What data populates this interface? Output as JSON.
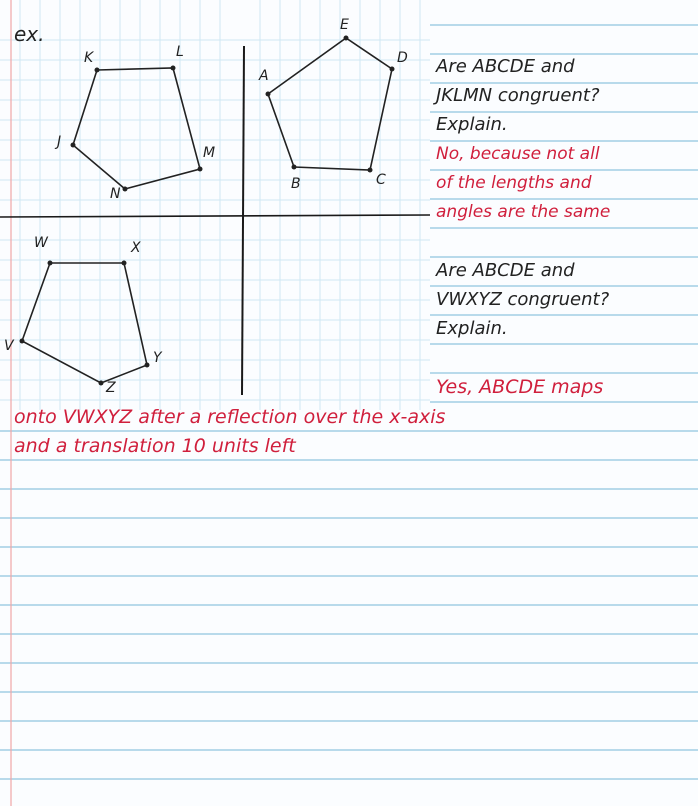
{
  "heading": "ex.",
  "polygon_labels": {
    "J": "J",
    "K": "K",
    "L": "L",
    "M": "M",
    "N": "N",
    "A": "A",
    "B": "B",
    "C": "C",
    "D": "D",
    "E": "E",
    "V": "V",
    "W": "W",
    "X": "X",
    "Y": "Y",
    "Z": "Z"
  },
  "question1": {
    "line1": "Are ABCDE and",
    "line2": "JKLMN congruent?",
    "line3": "Explain."
  },
  "answer1": {
    "line1": "No, because not all",
    "line2": "of the lengths and",
    "line3": "angles are the same"
  },
  "question2": {
    "line1": "Are ABCDE and",
    "line2": "VWXYZ congruent?",
    "line3": "Explain."
  },
  "answer2": {
    "line1": "Yes, ABCDE maps",
    "line2": "onto VWXYZ after a reflection over the x-axis",
    "line3": "and a translation 10 units left"
  },
  "colors": {
    "pencil": "#222222",
    "answer_ink": "#d01f3c",
    "ruled_line": "#8fc6df",
    "grid_line": "#cfe8f3",
    "margin_line": "#f1a7a7"
  }
}
